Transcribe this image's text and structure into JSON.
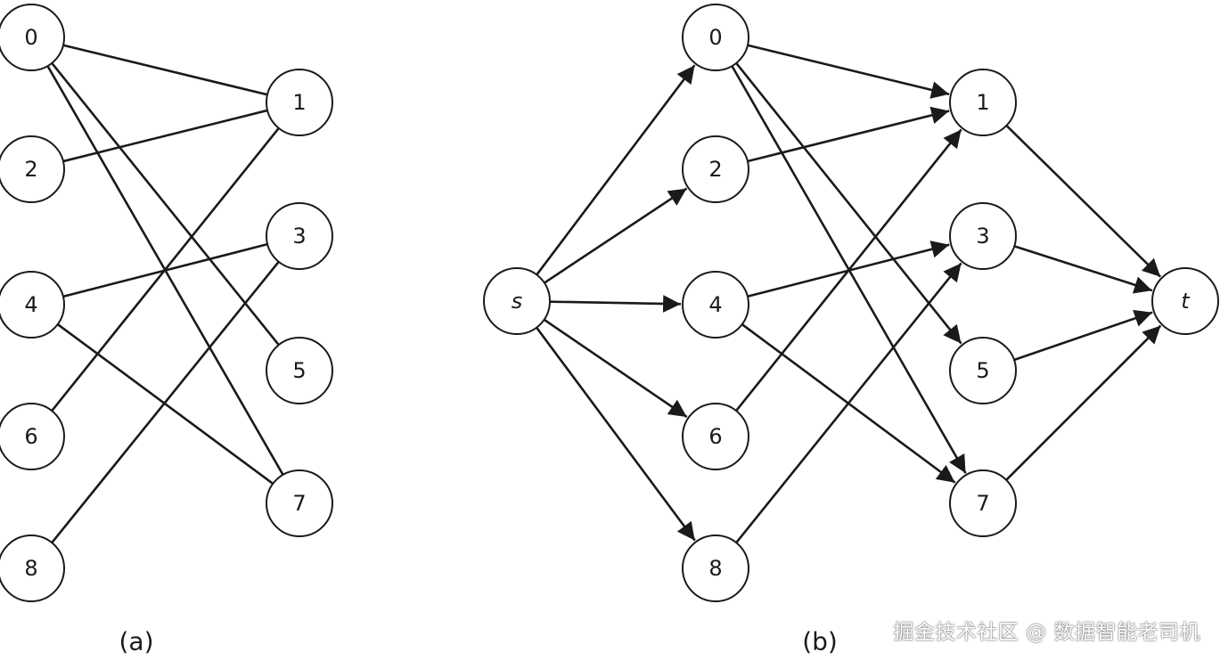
{
  "diagram_a": {
    "caption": "(a)",
    "nodes": [
      {
        "id": "0",
        "label": "0"
      },
      {
        "id": "2",
        "label": "2"
      },
      {
        "id": "4",
        "label": "4"
      },
      {
        "id": "6",
        "label": "6"
      },
      {
        "id": "8",
        "label": "8"
      },
      {
        "id": "1",
        "label": "1"
      },
      {
        "id": "3",
        "label": "3"
      },
      {
        "id": "5",
        "label": "5"
      },
      {
        "id": "7",
        "label": "7"
      }
    ],
    "edges": [
      [
        "0",
        "1"
      ],
      [
        "0",
        "5"
      ],
      [
        "0",
        "7"
      ],
      [
        "2",
        "1"
      ],
      [
        "4",
        "3"
      ],
      [
        "4",
        "7"
      ],
      [
        "6",
        "1"
      ],
      [
        "8",
        "3"
      ]
    ]
  },
  "diagram_b": {
    "caption": "(b)",
    "nodes": [
      {
        "id": "s",
        "label": "s",
        "italic": true
      },
      {
        "id": "0",
        "label": "0"
      },
      {
        "id": "2",
        "label": "2"
      },
      {
        "id": "4",
        "label": "4"
      },
      {
        "id": "6",
        "label": "6"
      },
      {
        "id": "8",
        "label": "8"
      },
      {
        "id": "1",
        "label": "1"
      },
      {
        "id": "3",
        "label": "3"
      },
      {
        "id": "5",
        "label": "5"
      },
      {
        "id": "7",
        "label": "7"
      },
      {
        "id": "t",
        "label": "t",
        "italic": true
      }
    ],
    "edges": [
      [
        "s",
        "0"
      ],
      [
        "s",
        "2"
      ],
      [
        "s",
        "4"
      ],
      [
        "s",
        "6"
      ],
      [
        "s",
        "8"
      ],
      [
        "0",
        "1"
      ],
      [
        "0",
        "5"
      ],
      [
        "0",
        "7"
      ],
      [
        "2",
        "1"
      ],
      [
        "4",
        "3"
      ],
      [
        "4",
        "7"
      ],
      [
        "6",
        "1"
      ],
      [
        "8",
        "3"
      ],
      [
        "1",
        "t"
      ],
      [
        "3",
        "t"
      ],
      [
        "5",
        "t"
      ],
      [
        "7",
        "t"
      ]
    ]
  },
  "watermark": "掘金技术社区 @ 数据智能老司机"
}
